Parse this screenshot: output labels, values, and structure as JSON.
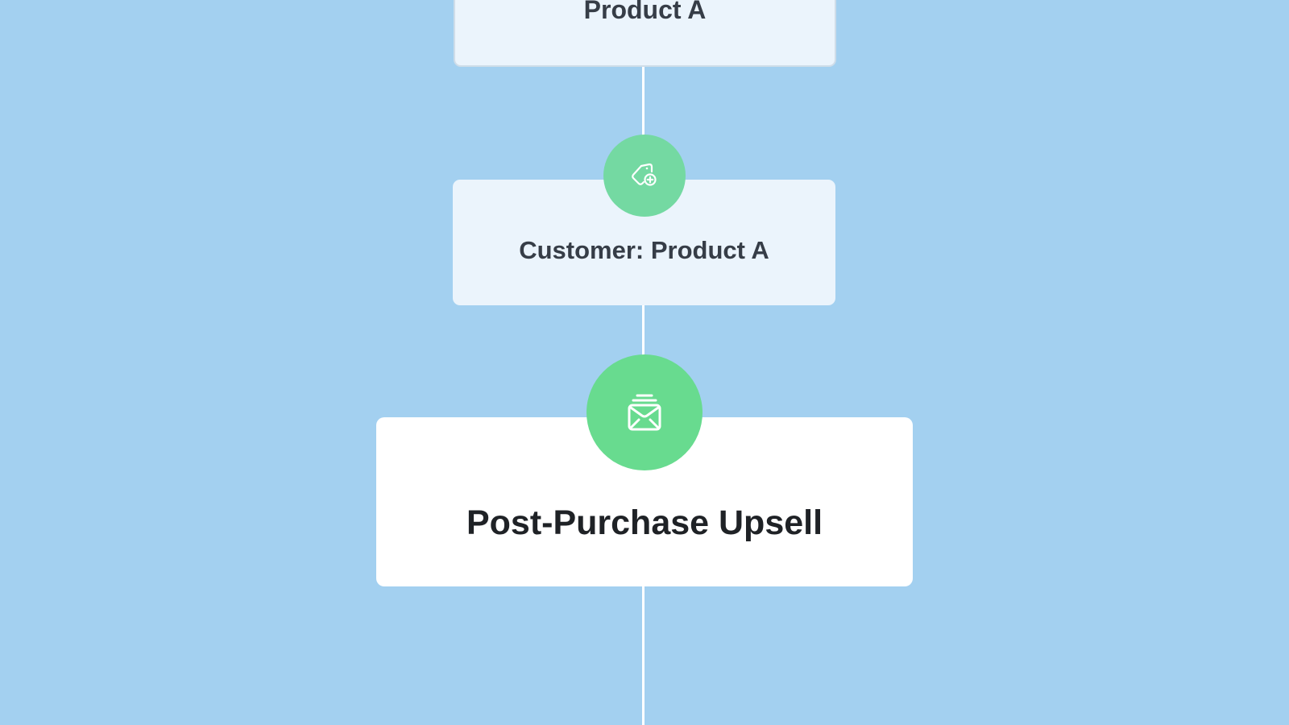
{
  "diagram": {
    "type": "workflow",
    "background_color": "#a3d0f0",
    "nodes": [
      {
        "id": "node-1",
        "label": "Product A",
        "style": "condition",
        "color": "#ebf4fc"
      },
      {
        "id": "node-2",
        "label": "Customer: Product A",
        "style": "condition",
        "color": "#ebf4fc",
        "icon": "tag-plus-icon",
        "icon_color": "#74d9a2"
      },
      {
        "id": "node-3",
        "label": "Post-Purchase Upsell",
        "style": "action",
        "color": "#ffffff",
        "icon": "email-campaign-icon",
        "icon_color": "#68db8f"
      }
    ],
    "edges": [
      {
        "from": "node-1",
        "to": "node-2"
      },
      {
        "from": "node-2",
        "to": "node-3"
      },
      {
        "from": "node-3",
        "to": "next"
      }
    ]
  }
}
